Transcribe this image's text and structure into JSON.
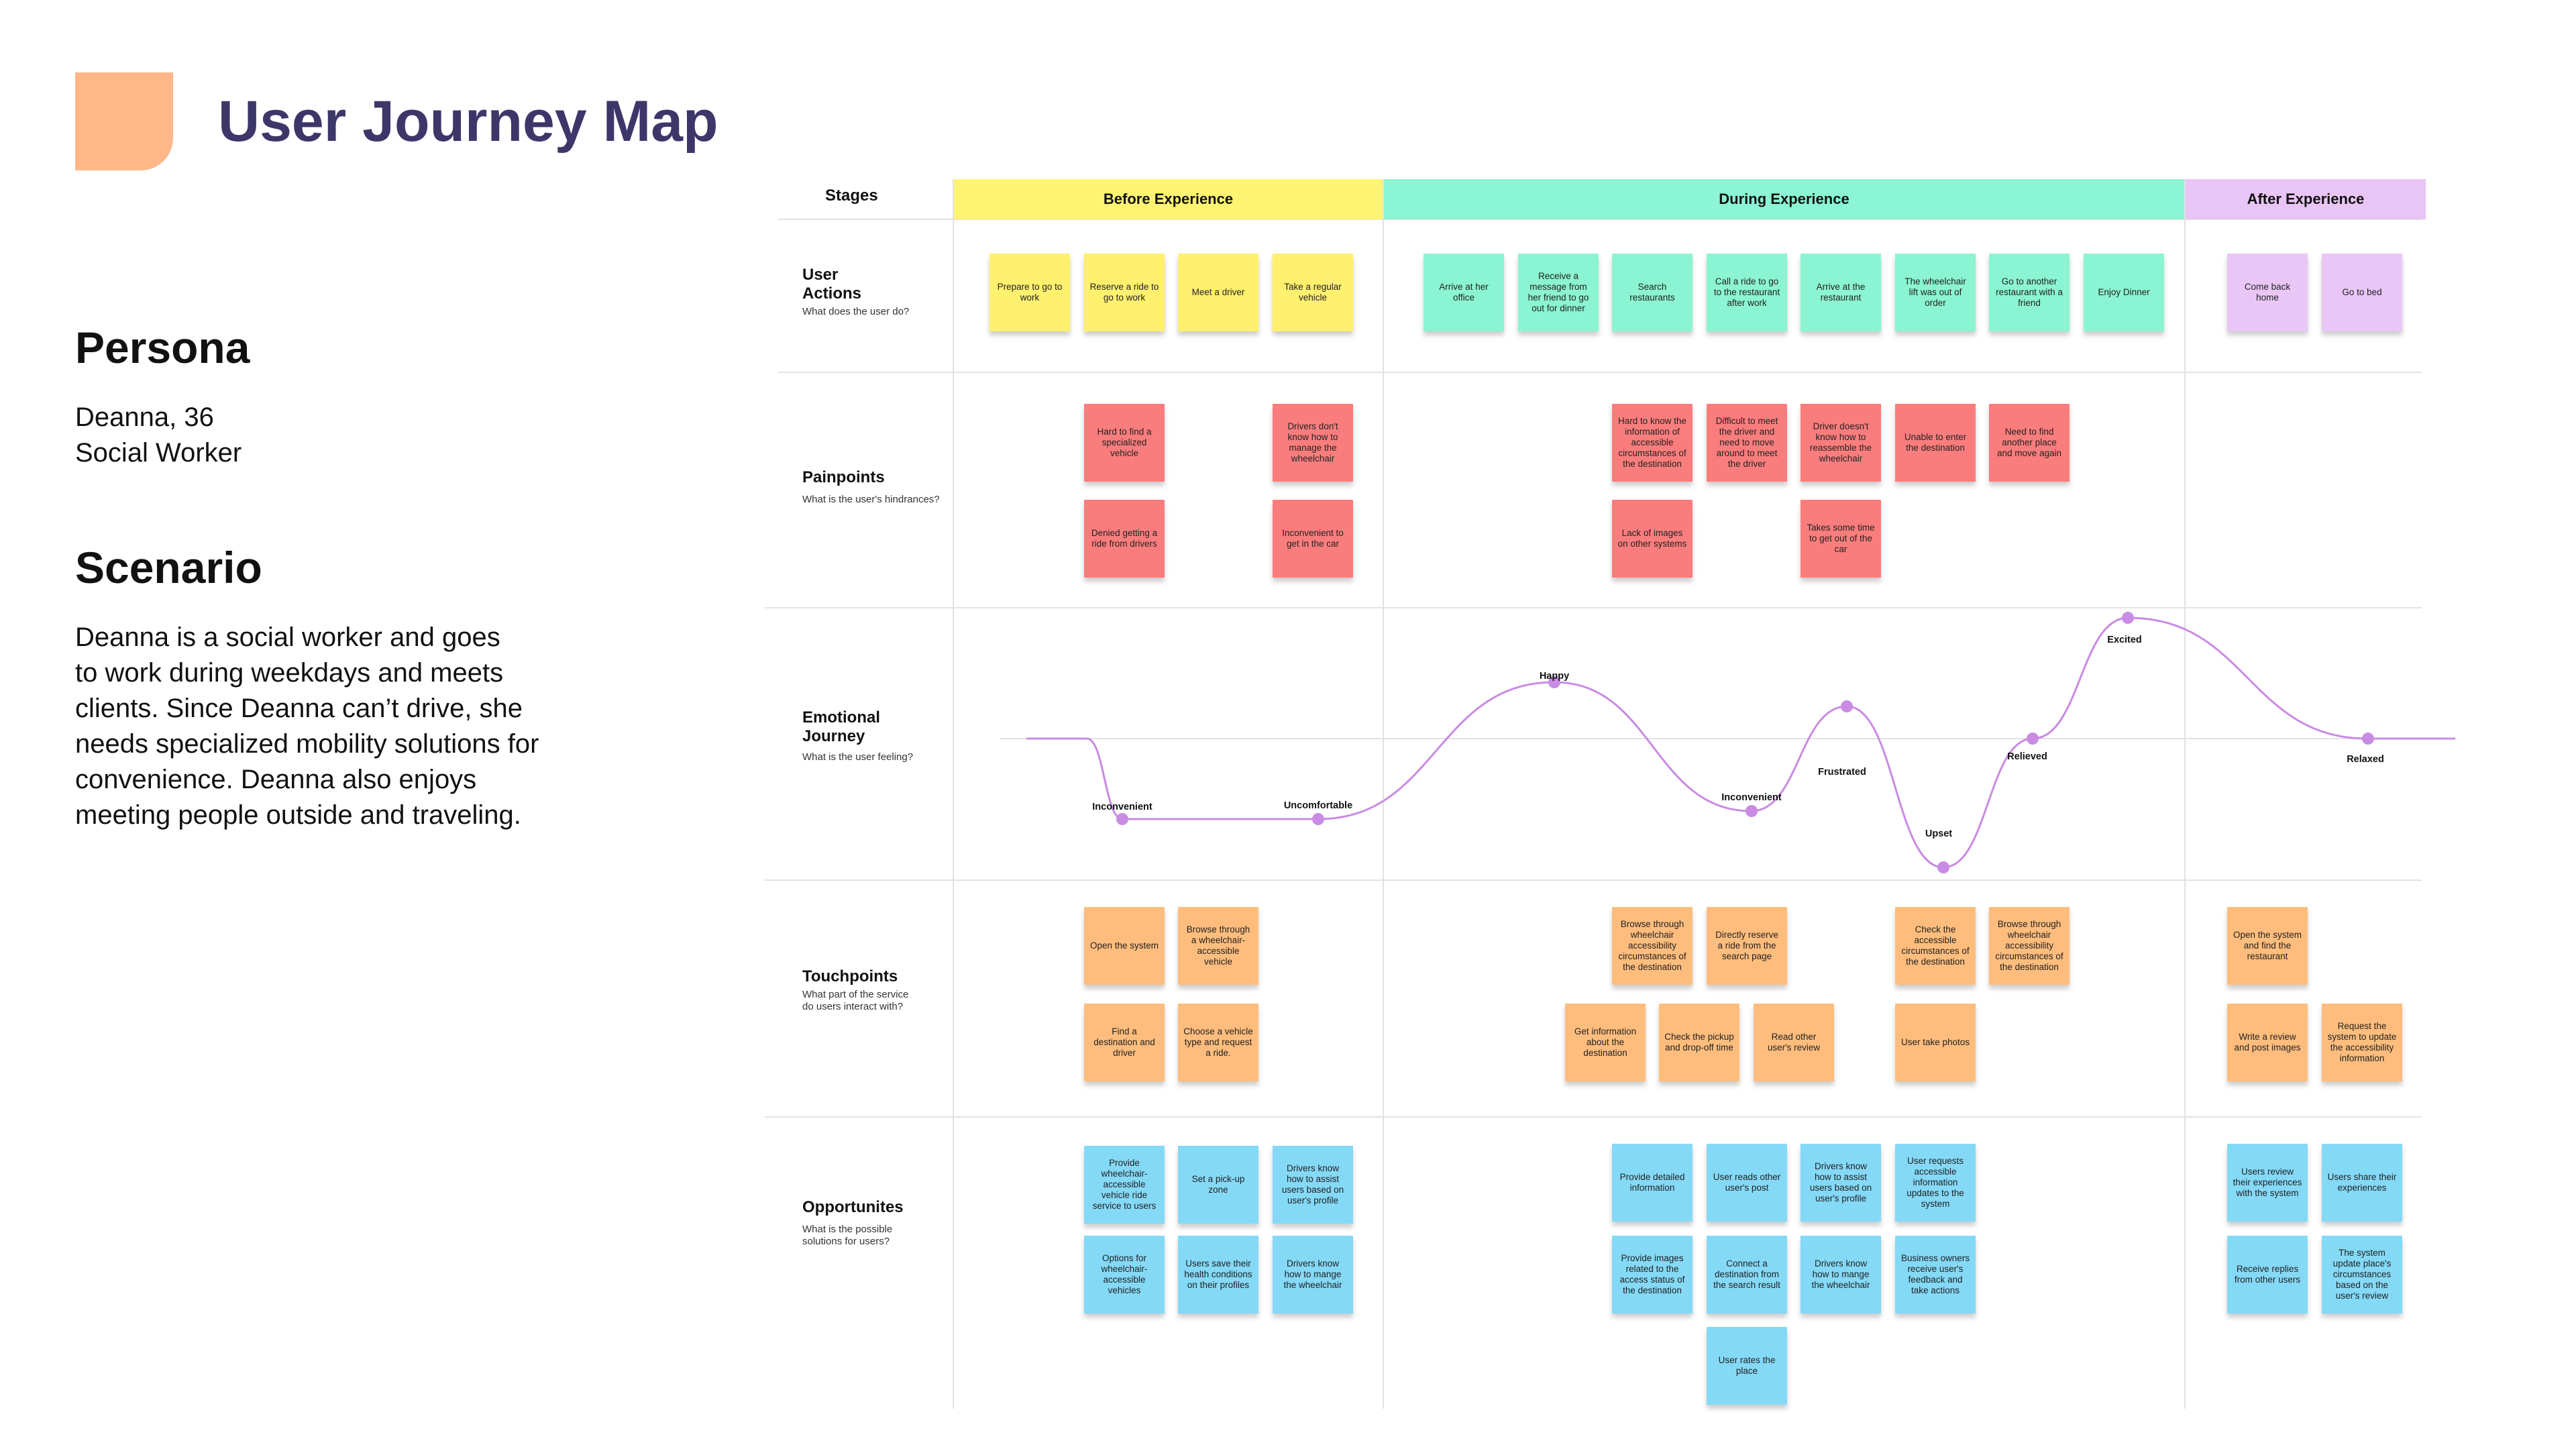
{
  "title": "User Journey Map",
  "persona": {
    "heading": "Persona",
    "name_line": "Deanna, 36",
    "role_line": "Social Worker"
  },
  "scenario": {
    "heading": "Scenario",
    "lines": [
      "Deanna is a social worker and goes",
      "to work during weekdays and meets",
      "clients. Since Deanna can’t drive, she",
      "needs specialized mobility solutions for",
      "convenience. Deanna also enjoys",
      "meeting people outside and traveling."
    ]
  },
  "colors": {
    "logo": "#FFB689",
    "title": "#3D3769",
    "before": "#FFF472",
    "during": "#8BF5D4",
    "after": "#E8C5F5",
    "curve": "#C98BE3"
  },
  "stages_label": "Stages",
  "stages": [
    {
      "name": "Before Experience",
      "color": "#FFF472"
    },
    {
      "name": "During Experience",
      "color": "#8BF5D4"
    },
    {
      "name": "After Experience",
      "color": "#E8C5F5"
    }
  ],
  "rows": {
    "user_actions": {
      "title": "User\nActions",
      "subtitle": "What does the user do?"
    },
    "painpoints": {
      "title": "Painpoints",
      "subtitle": "What is the user's hindrances?"
    },
    "emotional": {
      "title": "Emotional\nJourney",
      "subtitle": "What is the user feeling?"
    },
    "touchpoints": {
      "title": "Touchpoints",
      "subtitle": "What part of the service\ndo users interact with?"
    },
    "opportunities": {
      "title": "Opportunites",
      "subtitle": "What is the possible\nsolutions for users?"
    }
  },
  "notes": {
    "actions": [
      "Prepare to go to work",
      "Reserve a ride to go to work",
      "Meet a driver",
      "Take a regular vehicle",
      "Arrive at her office",
      "Receive a message from her friend to go out for dinner",
      "Search restaurants",
      "Call a ride to go to the restaurant after work",
      "Arrive at the restaurant",
      "The wheelchair lift was out of order",
      "Go to another restaurant with a friend",
      "Enjoy Dinner",
      "Come back home",
      "Go to bed"
    ],
    "painpoints": [
      "Hard to find a specialized vehicle",
      "Drivers don't know how to manage the wheelchair",
      "Denied getting a ride from drivers",
      "Inconvenient to get in the car",
      "Hard to know the information of accessible circumstances of the destination",
      "Difficult to meet the driver and need to move around to meet the driver",
      "Driver doesn't know how to reassemble the wheelchair",
      "Unable to enter the destination",
      "Need to find another place and move again",
      "Lack of images on other systems",
      "Takes some time to get out of the car"
    ],
    "touchpoints": [
      "Open the system",
      "Browse through a wheelchair-accessible vehicle",
      "Find a destination and driver",
      "Choose a vehicle type and request a ride.",
      "Browse through wheelchair accessibility circumstances of the destination",
      "Directly reserve a ride from the search page",
      "Check the accessible circumstances of the destination",
      "Browse through wheelchair accessibility circumstances of the destination",
      "Get information about the destination",
      "Check the pickup and drop-off time",
      "Read other user's review",
      "User take photos",
      "Open the system and find the restaurant",
      "Write a review and post images",
      "Request the system to update the accessibility information"
    ],
    "opportunities": [
      "Provide wheelchair-accessible vehicle ride service to users",
      "Set a pick-up zone",
      "Drivers know how to assist users based on user's profile",
      "Options for wheelchair-accessible vehicles",
      "Users save their health conditions on their profiles",
      "Drivers know how to mange the wheelchair",
      "Provide detailed information",
      "User reads other user's post",
      "Drivers know how to assist users based on user's profile",
      "User requests accessible information updates to the system",
      "Provide images related to the access status of the destination",
      "Connect a destination from the search result",
      "Drivers know how to mange the wheelchair",
      "Business owners receive user's feedback and take actions",
      "User rates the place",
      "Users review their experiences with the system",
      "Users share their experiences",
      "Receive replies from other users",
      "The system update place's circumstances based on the user's review"
    ]
  },
  "emotions": [
    {
      "label": "Inconvenient",
      "level": -0.5
    },
    {
      "label": "Uncomfortable",
      "level": -0.5
    },
    {
      "label": "Happy",
      "level": 0.35
    },
    {
      "label": "Inconvenient",
      "level": -0.45
    },
    {
      "label": "Frustrated",
      "level": 0.2
    },
    {
      "label": "Upset",
      "level": -0.8
    },
    {
      "label": "Relieved",
      "level": 0.0
    },
    {
      "label": "Excited",
      "level": 0.75
    },
    {
      "label": "Relaxed",
      "level": 0.0
    }
  ]
}
